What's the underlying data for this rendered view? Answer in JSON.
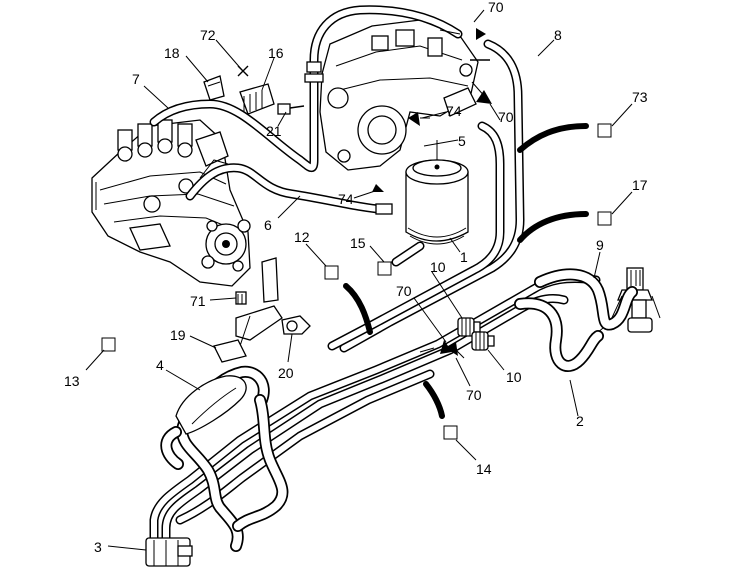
{
  "callouts": {
    "c70a": "70",
    "c8": "8",
    "c72": "72",
    "c18": "18",
    "c16": "16",
    "c7": "7",
    "c21": "21",
    "c74a": "74",
    "c70b": "70",
    "c73": "73",
    "c5": "5",
    "c74b": "74",
    "c17": "17",
    "c6": "6",
    "c12": "12",
    "c15": "15",
    "c1": "1",
    "c9": "9",
    "c10a": "10",
    "c70c": "70",
    "c71": "71",
    "c19": "19",
    "c20": "20",
    "c10b": "10",
    "c13": "13",
    "c4": "4",
    "c70d": "70",
    "c2": "2",
    "c14": "14",
    "c3": "3"
  }
}
